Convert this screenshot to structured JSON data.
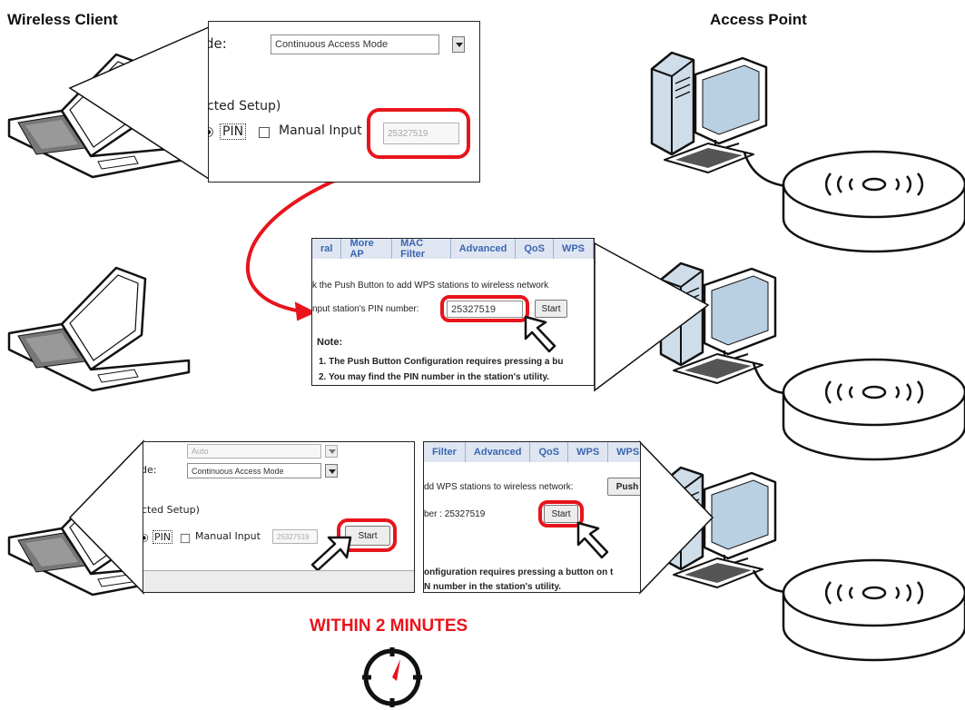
{
  "header": {
    "left": "Wireless Client",
    "right": "Access Point"
  },
  "label": {
    "within": "WITHIN 2 MINUTES"
  },
  "client_top": {
    "mode_label": "de:",
    "mode_value": "Continuous Access Mode",
    "setup_label": "cted Setup)",
    "pin_label": "PIN",
    "manual_label": "Manual Input",
    "pin_value": "25327519"
  },
  "ap_middle": {
    "tabs": [
      "ral",
      "More AP",
      "MAC Filter",
      "Advanced",
      "QoS",
      "WPS"
    ],
    "push_text": "k the Push Button to add WPS stations to wireless network",
    "pin_prompt": "nput station's PIN number:",
    "pin_value": "25327519",
    "start": "Start",
    "note_title": "Note:",
    "note1": "1. The Push Button Configuration requires pressing a bu",
    "note2": "2. You may find the PIN number in the station's utility."
  },
  "client_bottom": {
    "auto_value": "Auto",
    "mode_label": "de:",
    "mode_value": "Continuous Access Mode",
    "setup_label": "cted Setup)",
    "pin_label": "PIN",
    "manual_label": "Manual Input",
    "pin_value": "25327519",
    "start": "Start"
  },
  "ap_bottom": {
    "tabs": [
      "Filter",
      "Advanced",
      "QoS",
      "WPS",
      "WPS"
    ],
    "push_text": "dd WPS stations to wireless network:",
    "push_button": "Push",
    "pin_prompt": "ber : 25327519",
    "start": "Start",
    "config_text": "onfiguration requires pressing a button on t",
    "pin_note": "N number in the station's utility."
  },
  "colors": {
    "accent": "#e8141c",
    "tab_text": "#3b66b0",
    "tab_bg": "#dfe6f2"
  }
}
